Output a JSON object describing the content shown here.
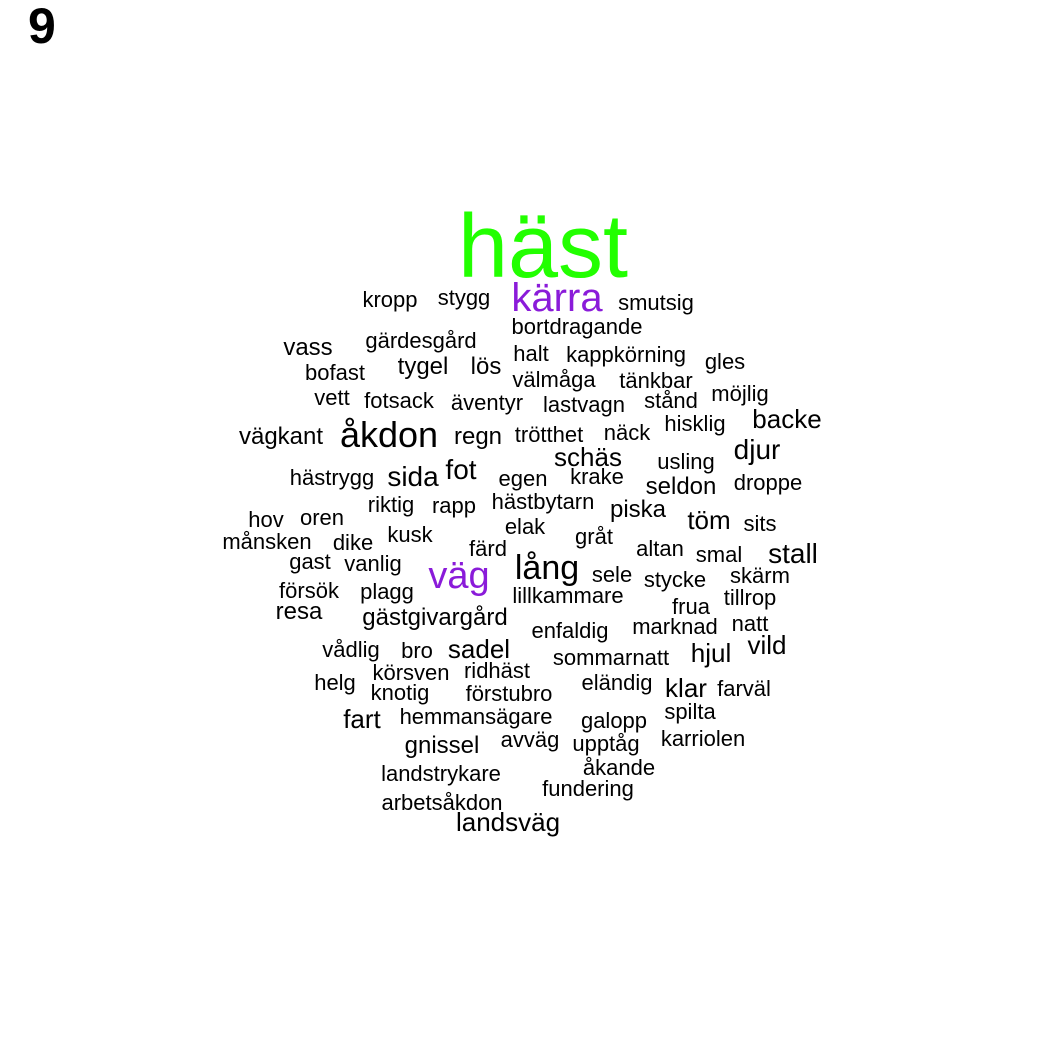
{
  "panel_label": "9",
  "colors": {
    "primary": "#22ff00",
    "secondary": "#8a1bd9",
    "default": "#000000"
  },
  "words": [
    {
      "text": "häst",
      "color": "primary"
    },
    {
      "text": "kärra",
      "color": "secondary"
    },
    {
      "text": "väg",
      "color": "secondary"
    },
    {
      "text": "kropp",
      "color": "default"
    },
    {
      "text": "stygg",
      "color": "default"
    },
    {
      "text": "smutsig",
      "color": "default"
    },
    {
      "text": "bortdragande",
      "color": "default"
    },
    {
      "text": "gärdesgård",
      "color": "default"
    },
    {
      "text": "vass",
      "color": "default"
    },
    {
      "text": "halt",
      "color": "default"
    },
    {
      "text": "kappkörning",
      "color": "default"
    },
    {
      "text": "gles",
      "color": "default"
    },
    {
      "text": "tygel",
      "color": "default"
    },
    {
      "text": "lös",
      "color": "default"
    },
    {
      "text": "bofast",
      "color": "default"
    },
    {
      "text": "välmåga",
      "color": "default"
    },
    {
      "text": "tänkbar",
      "color": "default"
    },
    {
      "text": "möjlig",
      "color": "default"
    },
    {
      "text": "vett",
      "color": "default"
    },
    {
      "text": "fotsack",
      "color": "default"
    },
    {
      "text": "äventyr",
      "color": "default"
    },
    {
      "text": "lastvagn",
      "color": "default"
    },
    {
      "text": "stånd",
      "color": "default"
    },
    {
      "text": "backe",
      "color": "default"
    },
    {
      "text": "hisklig",
      "color": "default"
    },
    {
      "text": "vägkant",
      "color": "default"
    },
    {
      "text": "åkdon",
      "color": "default"
    },
    {
      "text": "regn",
      "color": "default"
    },
    {
      "text": "trötthet",
      "color": "default"
    },
    {
      "text": "näck",
      "color": "default"
    },
    {
      "text": "djur",
      "color": "default"
    },
    {
      "text": "schäs",
      "color": "default"
    },
    {
      "text": "usling",
      "color": "default"
    },
    {
      "text": "hästrygg",
      "color": "default"
    },
    {
      "text": "sida",
      "color": "default"
    },
    {
      "text": "fot",
      "color": "default"
    },
    {
      "text": "egen",
      "color": "default"
    },
    {
      "text": "krake",
      "color": "default"
    },
    {
      "text": "seldon",
      "color": "default"
    },
    {
      "text": "droppe",
      "color": "default"
    },
    {
      "text": "riktig",
      "color": "default"
    },
    {
      "text": "rapp",
      "color": "default"
    },
    {
      "text": "hästbytarn",
      "color": "default"
    },
    {
      "text": "piska",
      "color": "default"
    },
    {
      "text": "hov",
      "color": "default"
    },
    {
      "text": "oren",
      "color": "default"
    },
    {
      "text": "töm",
      "color": "default"
    },
    {
      "text": "sits",
      "color": "default"
    },
    {
      "text": "kusk",
      "color": "default"
    },
    {
      "text": "elak",
      "color": "default"
    },
    {
      "text": "månsken",
      "color": "default"
    },
    {
      "text": "dike",
      "color": "default"
    },
    {
      "text": "gråt",
      "color": "default"
    },
    {
      "text": "färd",
      "color": "default"
    },
    {
      "text": "altan",
      "color": "default"
    },
    {
      "text": "smal",
      "color": "default"
    },
    {
      "text": "stall",
      "color": "default"
    },
    {
      "text": "gast",
      "color": "default"
    },
    {
      "text": "vanlig",
      "color": "default"
    },
    {
      "text": "lång",
      "color": "default"
    },
    {
      "text": "sele",
      "color": "default"
    },
    {
      "text": "stycke",
      "color": "default"
    },
    {
      "text": "skärm",
      "color": "default"
    },
    {
      "text": "försök",
      "color": "default"
    },
    {
      "text": "plagg",
      "color": "default"
    },
    {
      "text": "lillkammare",
      "color": "default"
    },
    {
      "text": "tillrop",
      "color": "default"
    },
    {
      "text": "resa",
      "color": "default"
    },
    {
      "text": "frua",
      "color": "default"
    },
    {
      "text": "gästgivargård",
      "color": "default"
    },
    {
      "text": "natt",
      "color": "default"
    },
    {
      "text": "marknad",
      "color": "default"
    },
    {
      "text": "enfaldig",
      "color": "default"
    },
    {
      "text": "vild",
      "color": "default"
    },
    {
      "text": "vådlig",
      "color": "default"
    },
    {
      "text": "bro",
      "color": "default"
    },
    {
      "text": "sadel",
      "color": "default"
    },
    {
      "text": "hjul",
      "color": "default"
    },
    {
      "text": "sommarnatt",
      "color": "default"
    },
    {
      "text": "körsven",
      "color": "default"
    },
    {
      "text": "ridhäst",
      "color": "default"
    },
    {
      "text": "helg",
      "color": "default"
    },
    {
      "text": "eländig",
      "color": "default"
    },
    {
      "text": "klar",
      "color": "default"
    },
    {
      "text": "farväl",
      "color": "default"
    },
    {
      "text": "knotig",
      "color": "default"
    },
    {
      "text": "förstubro",
      "color": "default"
    },
    {
      "text": "spilta",
      "color": "default"
    },
    {
      "text": "fart",
      "color": "default"
    },
    {
      "text": "hemmansägare",
      "color": "default"
    },
    {
      "text": "galopp",
      "color": "default"
    },
    {
      "text": "karriolen",
      "color": "default"
    },
    {
      "text": "gnissel",
      "color": "default"
    },
    {
      "text": "avväg",
      "color": "default"
    },
    {
      "text": "upptåg",
      "color": "default"
    },
    {
      "text": "åkande",
      "color": "default"
    },
    {
      "text": "landstrykare",
      "color": "default"
    },
    {
      "text": "fundering",
      "color": "default"
    },
    {
      "text": "arbetsåkdon",
      "color": "default"
    },
    {
      "text": "landsväg",
      "color": "default"
    }
  ]
}
